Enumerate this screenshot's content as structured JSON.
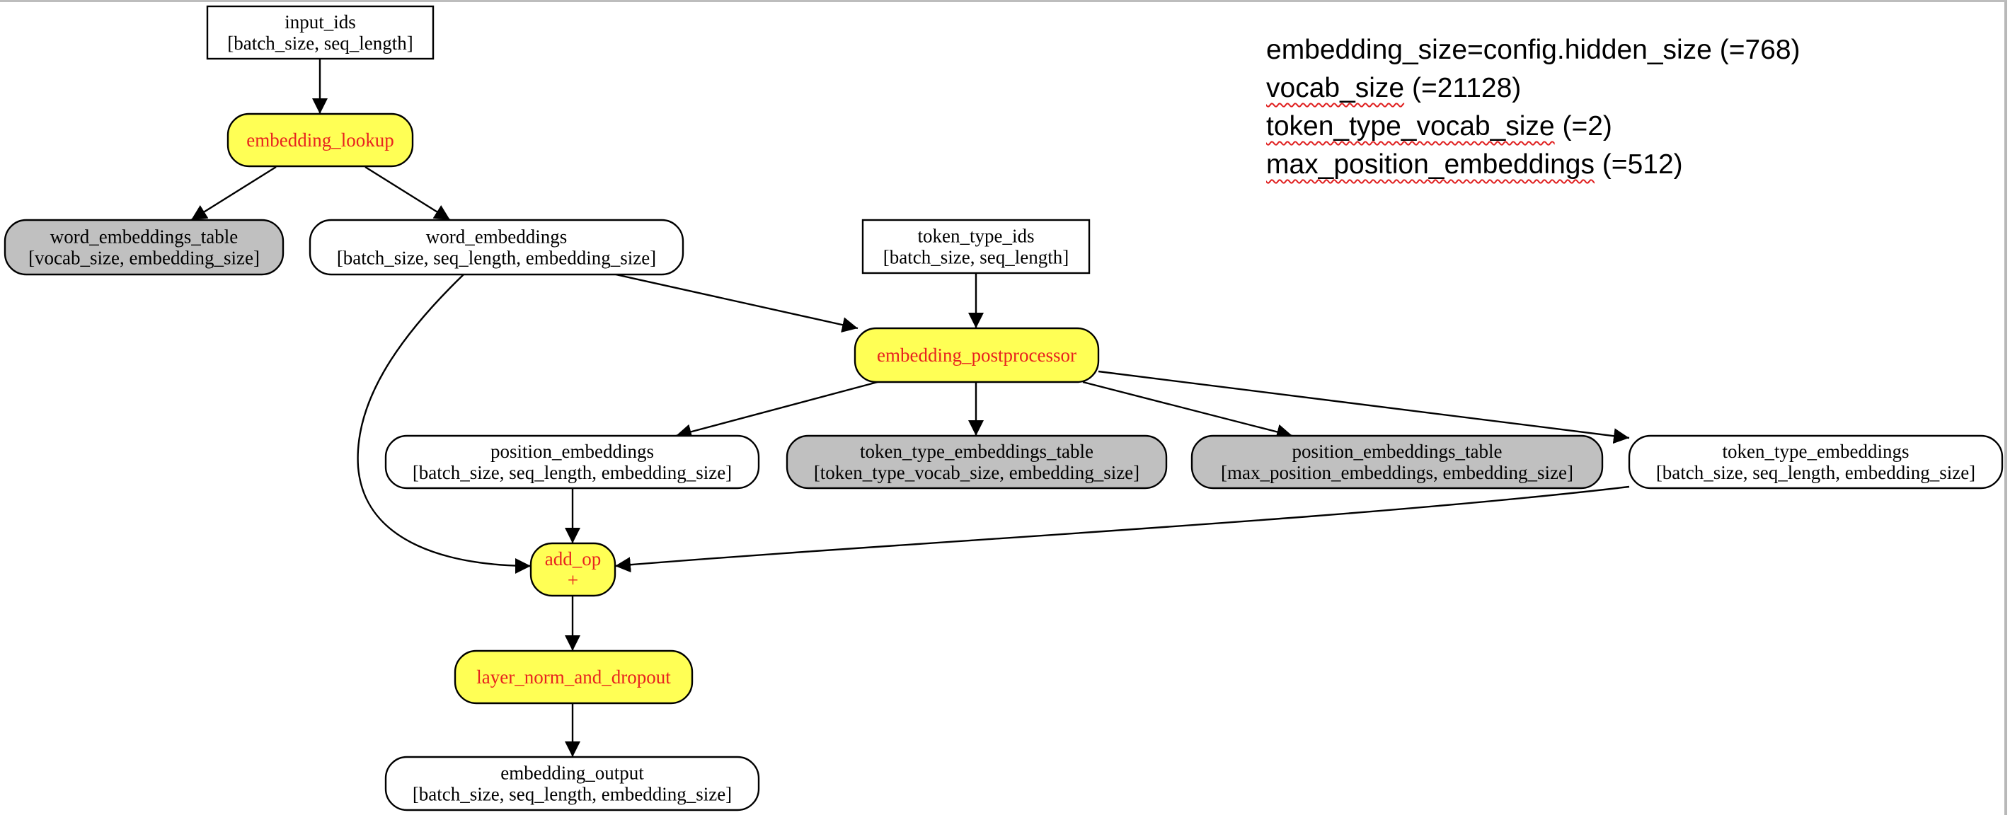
{
  "colors": {
    "op_fill": "#ffff55",
    "op_text": "#e8231f",
    "table_fill": "#c0c0c0",
    "tensor_fill": "#ffffff",
    "stroke": "#000000"
  },
  "nodes": [
    {
      "id": "input_ids",
      "kind": "input",
      "lines": [
        "input_ids",
        "[batch_size, seq_length]"
      ]
    },
    {
      "id": "embedding_lookup",
      "kind": "op",
      "lines": [
        "embedding_lookup"
      ]
    },
    {
      "id": "word_embeddings_table",
      "kind": "table",
      "lines": [
        "word_embeddings_table",
        "[vocab_size, embedding_size]"
      ]
    },
    {
      "id": "word_embeddings",
      "kind": "tensor",
      "lines": [
        "word_embeddings",
        "[batch_size, seq_length, embedding_size]"
      ]
    },
    {
      "id": "token_type_ids",
      "kind": "input",
      "lines": [
        "token_type_ids",
        "[batch_size, seq_length]"
      ]
    },
    {
      "id": "embedding_postprocessor",
      "kind": "op",
      "lines": [
        "embedding_postprocessor"
      ]
    },
    {
      "id": "position_embeddings",
      "kind": "tensor",
      "lines": [
        "position_embeddings",
        "[batch_size, seq_length, embedding_size]"
      ]
    },
    {
      "id": "token_type_embeddings_table",
      "kind": "table",
      "lines": [
        "token_type_embeddings_table",
        "[token_type_vocab_size, embedding_size]"
      ]
    },
    {
      "id": "position_embeddings_table",
      "kind": "table",
      "lines": [
        "position_embeddings_table",
        "[max_position_embeddings, embedding_size]"
      ]
    },
    {
      "id": "token_type_embeddings",
      "kind": "tensor",
      "lines": [
        "token_type_embeddings",
        "[batch_size, seq_length, embedding_size]"
      ]
    },
    {
      "id": "add_op",
      "kind": "op",
      "lines": [
        "add_op",
        "+"
      ]
    },
    {
      "id": "layer_norm_and_dropout",
      "kind": "op",
      "lines": [
        "layer_norm_and_dropout"
      ]
    },
    {
      "id": "embedding_output",
      "kind": "tensor",
      "lines": [
        "embedding_output",
        "[batch_size, seq_length, embedding_size]"
      ]
    }
  ],
  "edges": [
    {
      "from": "input_ids",
      "to": "embedding_lookup"
    },
    {
      "from": "embedding_lookup",
      "to": "word_embeddings_table"
    },
    {
      "from": "embedding_lookup",
      "to": "word_embeddings"
    },
    {
      "from": "word_embeddings",
      "to": "embedding_postprocessor"
    },
    {
      "from": "word_embeddings",
      "to": "add_op"
    },
    {
      "from": "token_type_ids",
      "to": "embedding_postprocessor"
    },
    {
      "from": "embedding_postprocessor",
      "to": "position_embeddings"
    },
    {
      "from": "embedding_postprocessor",
      "to": "token_type_embeddings_table"
    },
    {
      "from": "embedding_postprocessor",
      "to": "position_embeddings_table"
    },
    {
      "from": "embedding_postprocessor",
      "to": "token_type_embeddings"
    },
    {
      "from": "position_embeddings",
      "to": "add_op"
    },
    {
      "from": "token_type_embeddings",
      "to": "add_op"
    },
    {
      "from": "add_op",
      "to": "layer_norm_and_dropout"
    },
    {
      "from": "layer_norm_and_dropout",
      "to": "embedding_output"
    }
  ],
  "notes": [
    {
      "term": "embedding_size=config.hidden_size",
      "value": " (=768)",
      "flagged": false
    },
    {
      "term": "vocab_size",
      "value": " (=21128)",
      "flagged": true
    },
    {
      "term": "token_type_vocab_size",
      "value": " (=2)",
      "flagged": true
    },
    {
      "term": "max_position_embeddings",
      "value": " (=512)",
      "flagged": true
    }
  ]
}
